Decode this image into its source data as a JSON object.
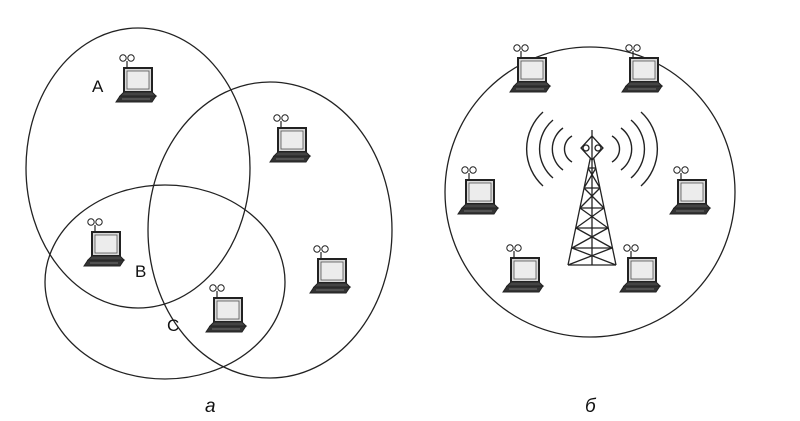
{
  "figure": {
    "panel_a": {
      "caption": "а",
      "labels": {
        "a": "A",
        "b": "B",
        "c": "C"
      },
      "device_icon": "laptop-wifi-icon"
    },
    "panel_b": {
      "caption": "б",
      "device_icon": "laptop-wifi-icon",
      "station_icon": "radio-tower-icon"
    },
    "colors": {
      "ink": "#222222",
      "screen": "#d9d9d9",
      "background": "#ffffff"
    }
  }
}
